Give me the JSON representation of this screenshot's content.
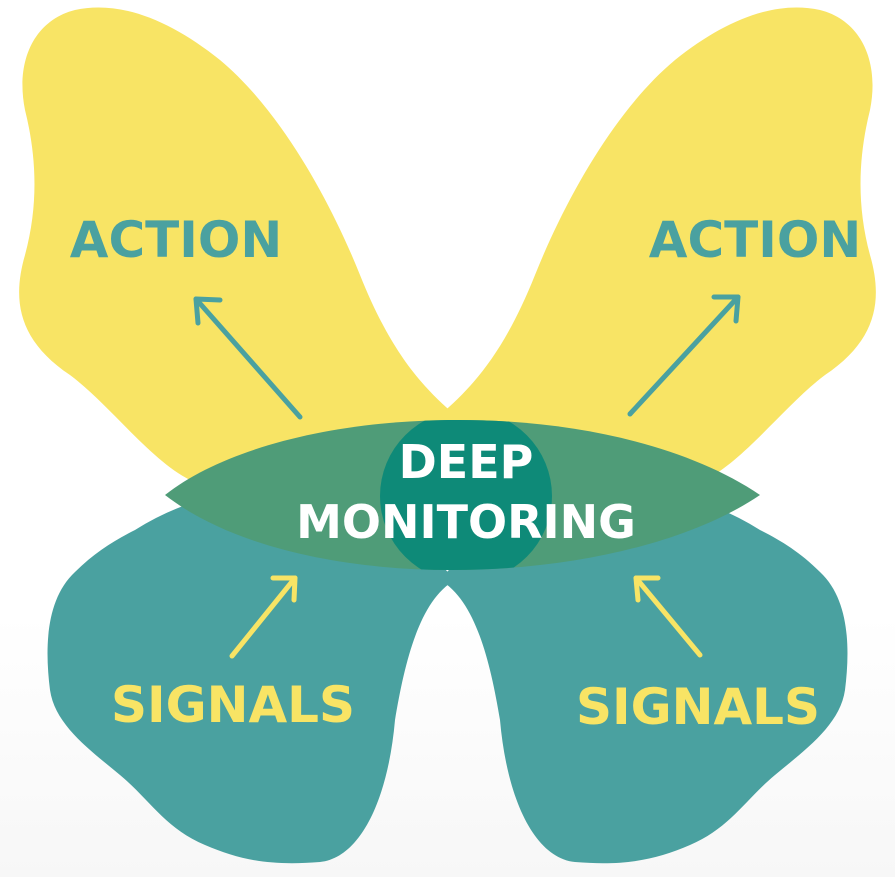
{
  "colors": {
    "yellow": "#f8e465",
    "teal": "#4aa1a0",
    "green_overlap": "#4f9c78",
    "center_circle": "#0e8a78",
    "action_text": "#4aa1a0",
    "signals_text": "#f8e465",
    "center_text": "#ffffff",
    "action_arrow": "#4aa1a0",
    "signals_arrow": "#f8e465"
  },
  "labels": {
    "action_left": "ACTION",
    "action_right": "ACTION",
    "signals_left": "SIGNALS",
    "signals_right": "SIGNALS",
    "center_line1": "DEEP",
    "center_line2": "MONITORING"
  }
}
